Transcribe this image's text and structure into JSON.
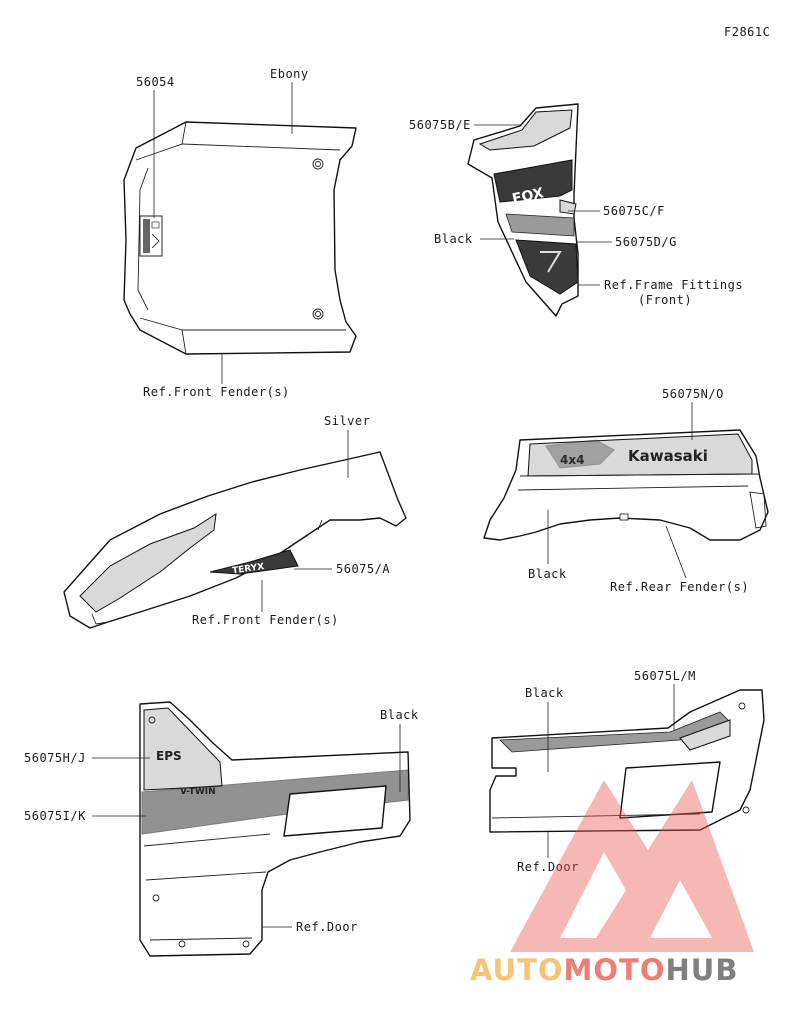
{
  "figure_code": "F2861C",
  "labels": {
    "top_left": {
      "part_56054": "56054",
      "ebony": "Ebony",
      "ref_front_fender": "Ref.Front Fender(s)"
    },
    "top_right": {
      "part_56075be": "56075B/E",
      "part_56075cf": "56075C/F",
      "black": "Black",
      "part_56075dg": "56075D/G",
      "ref_frame_fittings_1": "Ref.Frame Fittings",
      "ref_frame_fittings_2": "(Front)"
    },
    "mid_left": {
      "silver": "Silver",
      "part_56075a": "56075/A",
      "ref_front_fender": "Ref.Front Fender(s)"
    },
    "mid_right": {
      "part_56075no": "56075N/O",
      "black": "Black",
      "ref_rear_fender": "Ref.Rear Fender(s)"
    },
    "bottom_left": {
      "black": "Black",
      "part_56075hj": "56075H/J",
      "part_56075ik": "56075I/K",
      "ref_door": "Ref.Door"
    },
    "bottom_right": {
      "black": "Black",
      "part_56075lm": "56075L/M",
      "ref_door": "Ref.Door"
    }
  },
  "decal_text": {
    "kawasaki": "Kawasaki",
    "four_by_four": "4x4",
    "fox": "FOX",
    "eps": "EPS",
    "vtwin": "V-TWIN",
    "teryx": "TERYX"
  },
  "watermark": {
    "part1": "AUTO",
    "part2": "MOTO",
    "part3": "HUB",
    "color_auto": "#f2b24a",
    "color_moto": "#e8524a",
    "color_hub": "#555555",
    "triangle_color": "#e8524a"
  }
}
